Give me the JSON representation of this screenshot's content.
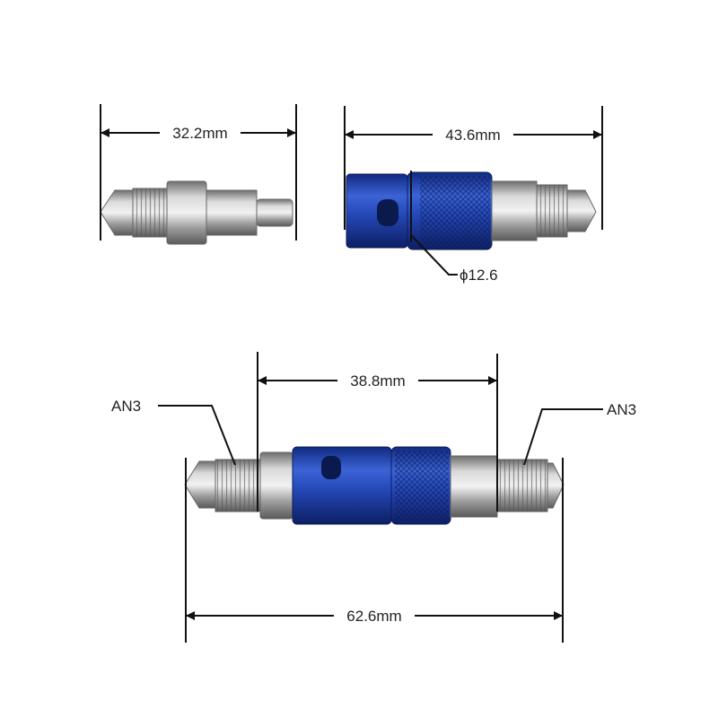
{
  "dimensions": {
    "male_part_length": "32.2mm",
    "female_part_length": "43.6mm",
    "female_diameter": "ϕ12.6",
    "coupled_body_length": "38.8mm",
    "coupled_total_length": "62.6mm"
  },
  "callouts": {
    "left_thread": "AN3",
    "right_thread": "AN3"
  },
  "colors": {
    "anodized_blue": "#1f3fa8",
    "steel": "#a7a7a7",
    "dimension_line": "#111111"
  }
}
